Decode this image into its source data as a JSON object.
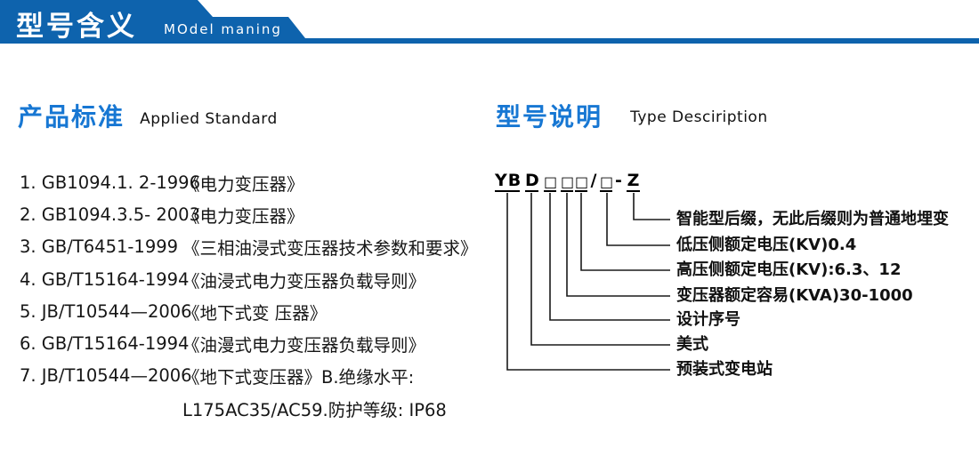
{
  "header": {
    "title": "型号含义",
    "subtitle": "MOdel maning",
    "bar_color": "#0e63ad"
  },
  "left": {
    "heading_zh": "产品标准",
    "heading_en": "Applied Standard",
    "items": [
      {
        "code": "1. GB1094.1. 2-1996",
        "title": "《电力变压器》"
      },
      {
        "code": "2. GB1094.3.5- 2003",
        "title": "《电力变压器》"
      },
      {
        "code": "3. GB/T6451-1999",
        "title": "《三相油浸式变压器技术参数和要求》"
      },
      {
        "code": "4. GB/T15164-1994",
        "title": "《油浸式电力变压器负载导则》"
      },
      {
        "code": "5. JB/T10544—2006",
        "title": "《地下式变 压器》"
      },
      {
        "code": "6. GB/T15164-1994",
        "title": "《油漫式电力变压器负载导则》"
      },
      {
        "code": "7. JB/T10544—2006",
        "title": "《地下式变压器》B.绝缘水平:"
      },
      {
        "code": "",
        "title": "L175AC35/AC59.防护等级: IP68"
      }
    ]
  },
  "right": {
    "heading_zh": "型号说明",
    "heading_en": "Type Desciription",
    "code_parts": [
      "YB",
      "D",
      "□",
      "□",
      "□",
      "/",
      "□",
      "-",
      "Z"
    ],
    "labels": [
      "智能型后缀，无此后缀则为普通地埋变",
      "低压侧额定电压(KV)0.4",
      "高压侧额定电压(KV):6.3、12",
      "变压器额定容易(KVA)30-1000",
      "设计序号",
      "美式",
      "预装式变电站"
    ]
  },
  "colors": {
    "header_blue": "#0e63ad",
    "heading_blue": "#1777d3",
    "text_dark": "#161616"
  }
}
